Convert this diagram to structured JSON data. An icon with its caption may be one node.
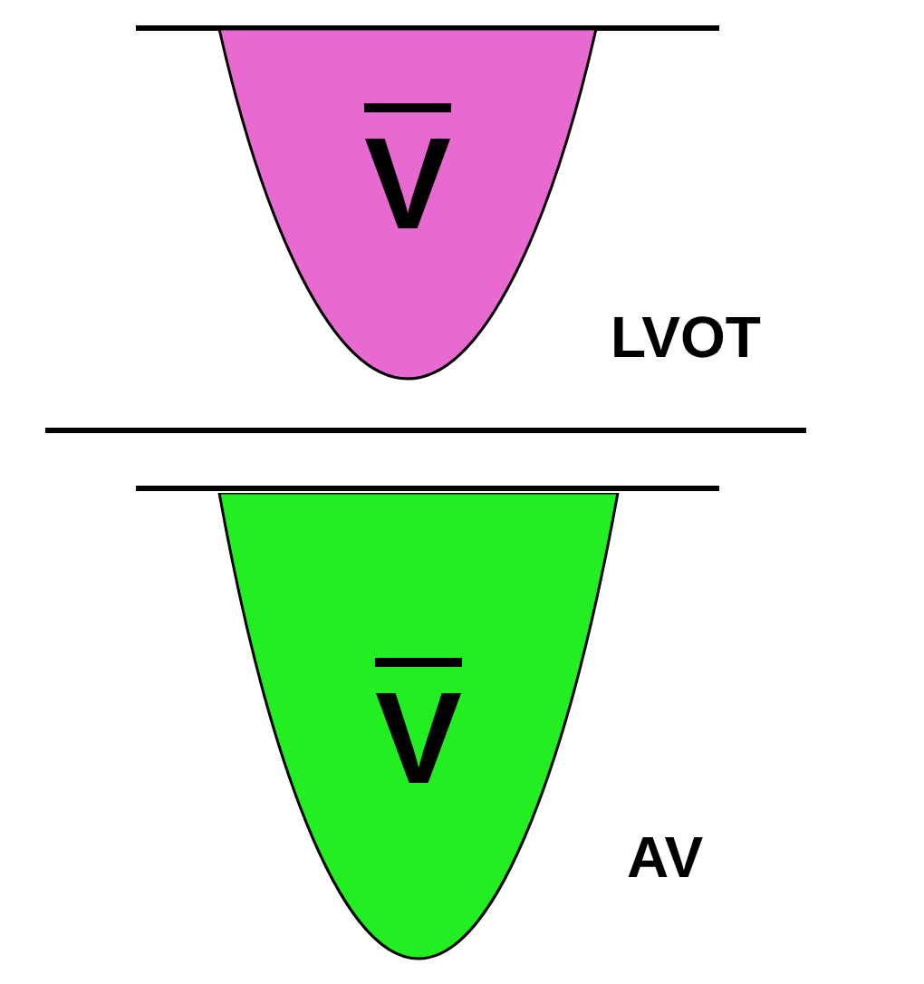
{
  "diagram": {
    "nodes": [
      {
        "text": [
          "V"
        ],
        "beside": [
          "LVOT"
        ]
      },
      {
        "text": [
          "V"
        ],
        "beside": [
          "AV"
        ]
      }
    ]
  }
}
